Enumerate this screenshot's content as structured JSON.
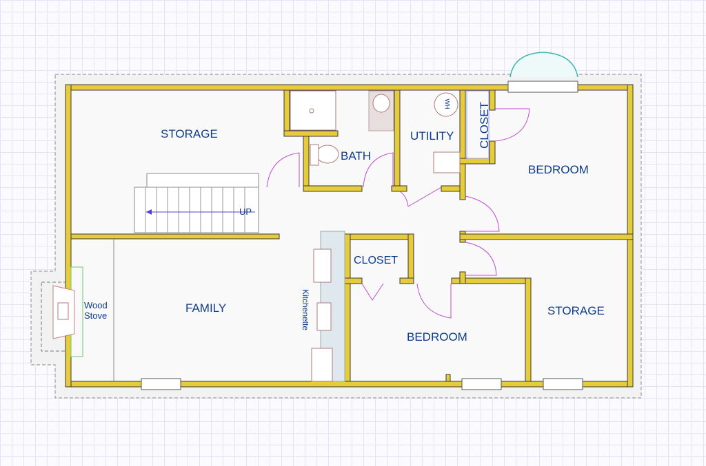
{
  "rooms": {
    "storage_top": "STORAGE",
    "bath": "BATH",
    "utility": "UTILITY",
    "closet_top": "CLOSET",
    "bedroom_top": "BEDROOM",
    "up": "UP",
    "closet_center": "CLOSET",
    "family": "FAMILY",
    "wood_stove": "Wood Stove",
    "kitchenette": "Kitchenette",
    "bedroom_bottom": "BEDROOM",
    "storage_bottom": "STORAGE",
    "water_heater": "WH"
  },
  "colors": {
    "wall": "#e6cb3a",
    "label": "#0d3c8c",
    "door": "#c04ad0",
    "grid": "#e3e3f7"
  }
}
